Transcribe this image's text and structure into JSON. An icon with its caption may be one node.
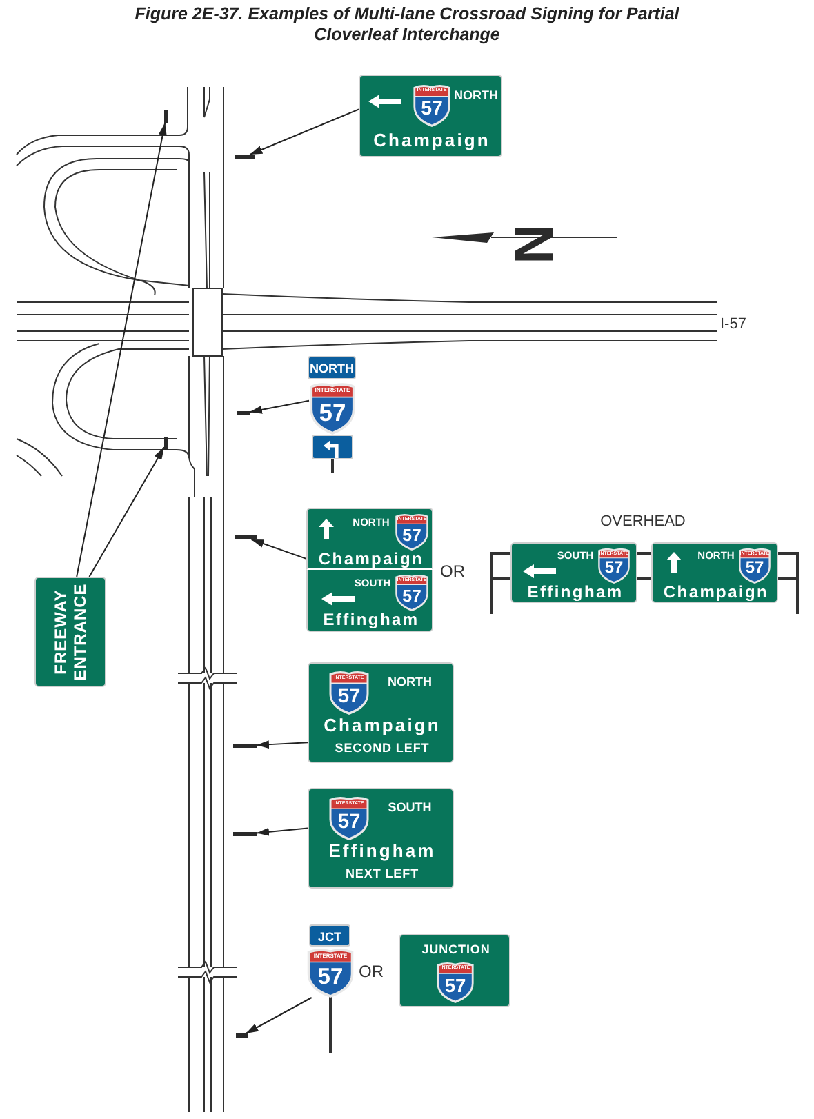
{
  "diagram": {
    "title": "Figure 2E-37. Examples of Multi-lane Crossroad Signing for Partial Cloverleaf Interchange",
    "nodes": [
      {
        "text": [
          "NORTH",
          "Champaign"
        ]
      },
      {
        "text": [
          "INTERSTATE",
          "57"
        ],
        "in": 0
      },
      {
        "text": [],
        "shape": "bar"
      },
      {
        "text": [
          "NORTH"
        ]
      },
      {
        "text": [
          "INTERSTATE",
          "57"
        ]
      },
      {
        "text": [],
        "shape": "box"
      },
      {
        "text": [],
        "shape": "bar"
      },
      {
        "text": [
          "NORTH",
          "Champaign"
        ]
      },
      {
        "text": [
          "INTERSTATE",
          "57"
        ],
        "in": 7
      },
      {
        "text": [
          "SOUTH",
          "Effingham"
        ]
      },
      {
        "text": [
          "INTERSTATE",
          "57"
        ],
        "in": 9
      },
      {
        "text": [],
        "shape": "bar"
      },
      {
        "text": [
          "SOUTH",
          "Effingham"
        ]
      },
      {
        "text": [
          "INTERSTATE",
          "57"
        ],
        "in": 12
      },
      {
        "text": [
          "NORTH",
          "Champaign"
        ]
      },
      {
        "text": [
          "INTERSTATE",
          "57"
        ],
        "in": 14
      },
      {
        "text": [
          "FREEWAY ENTRANCE"
        ]
      },
      {
        "text": [],
        "shape": "bar"
      },
      {
        "text": [],
        "shape": "bar"
      },
      {
        "text": [
          "NORTH",
          "Champaign",
          "SECOND LEFT"
        ]
      },
      {
        "text": [
          "INTERSTATE",
          "57"
        ],
        "in": 19
      },
      {
        "text": [],
        "shape": "bar"
      },
      {
        "text": [
          "SOUTH",
          "Effingham",
          "NEXT LEFT"
        ]
      },
      {
        "text": [
          "INTERSTATE",
          "57"
        ],
        "in": 22
      },
      {
        "text": [],
        "shape": "bar"
      },
      {
        "text": [
          "JCT"
        ]
      },
      {
        "text": [
          "INTERSTATE",
          "57"
        ]
      },
      {
        "text": [],
        "shape": "bar"
      },
      {
        "text": [
          "JUNCTION"
        ]
      },
      {
        "text": [
          "INTERSTATE",
          "57"
        ],
        "in": 28
      }
    ],
    "edges": [
      {
        "from": 0,
        "to": 2,
        "arrow": "to"
      },
      {
        "from": 4,
        "to": 6,
        "arrow": "to"
      },
      {
        "from": 7,
        "to": 11,
        "arrow": "to"
      },
      {
        "from": 16,
        "to": 17,
        "arrow": "to"
      },
      {
        "from": 16,
        "to": 18,
        "arrow": "to"
      },
      {
        "from": 19,
        "to": 21,
        "arrow": "to"
      },
      {
        "from": 22,
        "to": 24,
        "arrow": "to"
      },
      {
        "from": 26,
        "to": 27,
        "arrow": "to"
      }
    ],
    "labels": [
      "N",
      "I-57",
      "OVERHEAD",
      "OR",
      "OR"
    ]
  }
}
